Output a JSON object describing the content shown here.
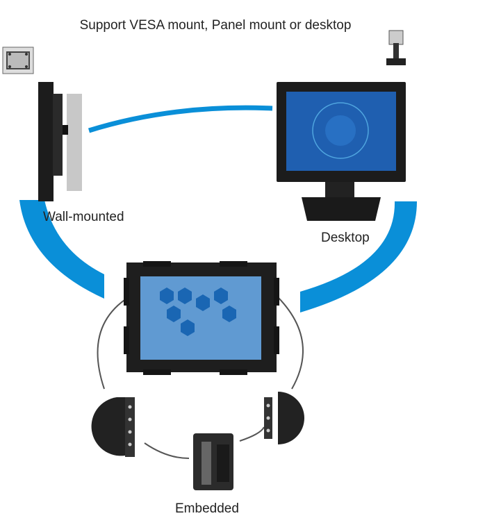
{
  "header": {
    "title": "Support VESA mount, Panel mount or desktop"
  },
  "labels": {
    "wall": "Wall-mounted",
    "desktop": "Desktop",
    "embedded": "Embedded"
  },
  "colors": {
    "arc_blue": "#0a8fd8",
    "monitor_black": "#1c1c1c",
    "screen_blue": "#1f5fb0"
  },
  "icons": [
    "vesa-bracket-icon",
    "stand-icon"
  ]
}
